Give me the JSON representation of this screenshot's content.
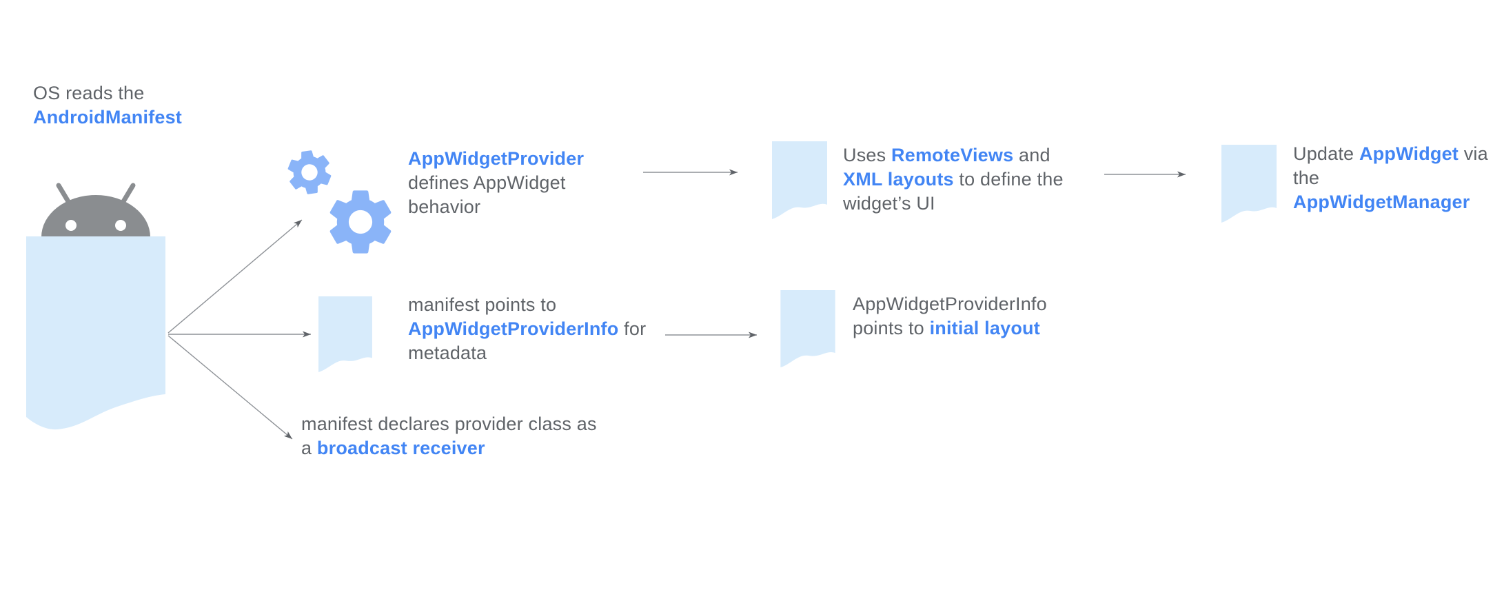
{
  "colors": {
    "accent-blue": "#4285F4",
    "text-gray": "#5F6368",
    "doc-blue": "#D7EBFB",
    "gear-blue": "#8AB4F8",
    "robot-gray": "#8A8D90",
    "arrow-gray": "#8E9297",
    "arrowhead-gray": "#5F6368",
    "background": "#FFFFFF"
  },
  "icons": {
    "robot": "android-robot-icon",
    "manifest_document": "manifest-document-icon",
    "gears": "gears-icon",
    "document": "document-page-icon",
    "arrow": "arrow-connector"
  },
  "labels": {
    "os_reads": [
      [
        {
          "t": "OS reads the"
        }
      ],
      [
        {
          "t": "AndroidManifest",
          "strong": true
        }
      ]
    ],
    "provider_behavior": [
      [
        {
          "t": "AppWidgetProvider",
          "strong": true
        }
      ],
      [
        {
          "t": "defines AppWidget"
        }
      ],
      [
        {
          "t": "behavior"
        }
      ]
    ],
    "remoteviews": [
      [
        {
          "t": "Uses "
        },
        {
          "t": "RemoteViews",
          "strong": true
        },
        {
          "t": " and"
        }
      ],
      [
        {
          "t": "XML layouts",
          "strong": true
        },
        {
          "t": " to define the"
        }
      ],
      [
        {
          "t": "widget’s UI"
        }
      ]
    ],
    "update_appwidget": [
      [
        {
          "t": "Update "
        },
        {
          "t": "AppWidget",
          "strong": true
        },
        {
          "t": " via"
        }
      ],
      [
        {
          "t": "the"
        }
      ],
      [
        {
          "t": "AppWidgetManager",
          "strong": true
        }
      ]
    ],
    "manifest_points": [
      [
        {
          "t": "manifest points to"
        }
      ],
      [
        {
          "t": "AppWidgetProviderInfo",
          "strong": true
        },
        {
          "t": " for"
        }
      ],
      [
        {
          "t": "metadata"
        }
      ]
    ],
    "providerinfo_layout": [
      [
        {
          "t": "AppWidgetProviderInfo"
        }
      ],
      [
        {
          "t": "points to "
        },
        {
          "t": "initial layout",
          "strong": true
        }
      ]
    ],
    "broadcast": [
      [
        {
          "t": "manifest declares provider class as"
        }
      ],
      [
        {
          "t": "a "
        },
        {
          "t": "broadcast receiver",
          "strong": true
        }
      ]
    ]
  },
  "connections": [
    {
      "from": "android-manifest",
      "to": "appwidgetprovider-gears"
    },
    {
      "from": "android-manifest",
      "to": "appwidgetproviderinfo-document"
    },
    {
      "from": "android-manifest",
      "to": "broadcast-receiver-note"
    },
    {
      "from": "appwidgetprovider-gears",
      "to": "remoteviews-document"
    },
    {
      "from": "appwidgetproviderinfo-document",
      "to": "initial-layout-document"
    },
    {
      "from": "remoteviews-document",
      "to": "appwidgetmanager-document"
    }
  ]
}
